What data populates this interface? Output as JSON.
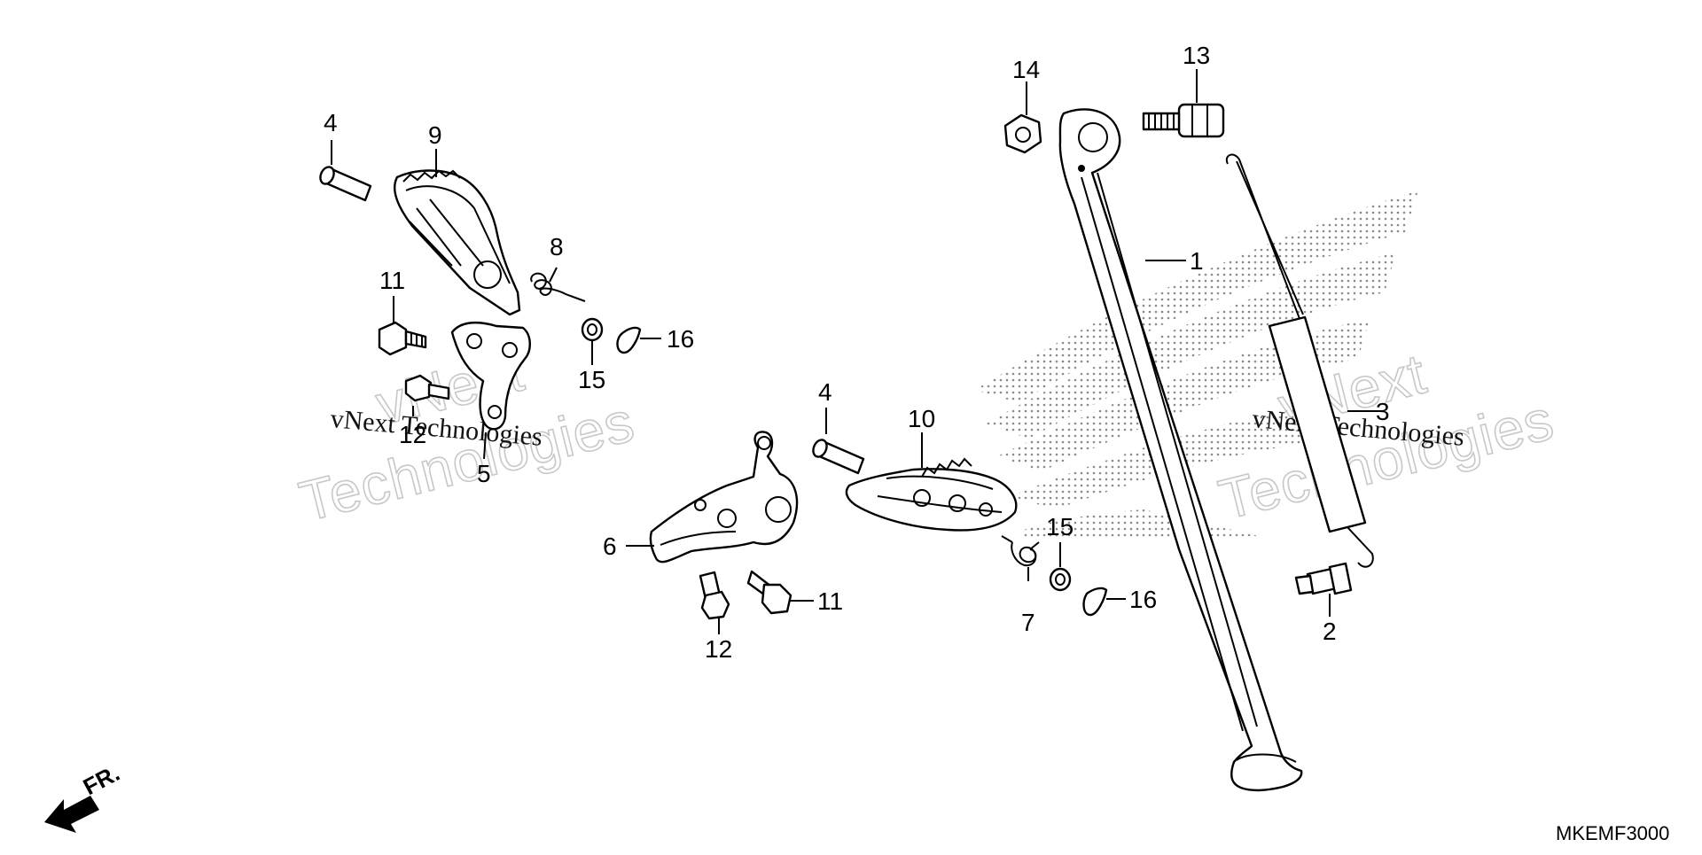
{
  "diagram": {
    "callouts": [
      {
        "id": "1",
        "label": "1"
      },
      {
        "id": "2",
        "label": "2"
      },
      {
        "id": "3",
        "label": "3"
      },
      {
        "id": "4a",
        "label": "4"
      },
      {
        "id": "4b",
        "label": "4"
      },
      {
        "id": "5",
        "label": "5"
      },
      {
        "id": "6",
        "label": "6"
      },
      {
        "id": "7",
        "label": "7"
      },
      {
        "id": "8",
        "label": "8"
      },
      {
        "id": "9",
        "label": "9"
      },
      {
        "id": "10",
        "label": "10"
      },
      {
        "id": "11a",
        "label": "11"
      },
      {
        "id": "11b",
        "label": "11"
      },
      {
        "id": "12a",
        "label": "12"
      },
      {
        "id": "12b",
        "label": "12"
      },
      {
        "id": "13",
        "label": "13"
      },
      {
        "id": "14",
        "label": "14"
      },
      {
        "id": "15a",
        "label": "15"
      },
      {
        "id": "15b",
        "label": "15"
      },
      {
        "id": "16a",
        "label": "16"
      },
      {
        "id": "16b",
        "label": "16"
      }
    ],
    "front_indicator": "FR.",
    "diagram_code": "MKEMF3000"
  },
  "watermark": {
    "line1": "vNext Technologies",
    "outline_word1": "vNext",
    "outline_word2": "Technologies"
  }
}
